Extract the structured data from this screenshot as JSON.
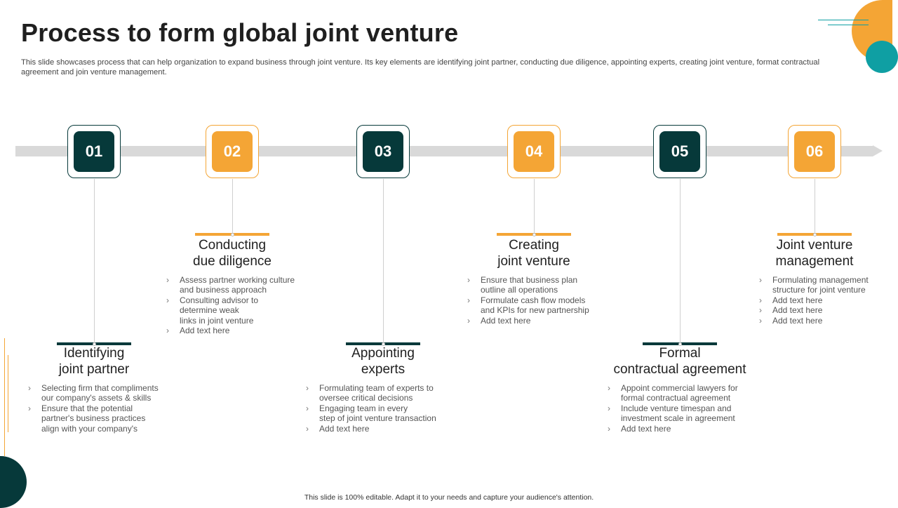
{
  "title": "Process to form global joint venture",
  "subtitle": "This slide showcases process that can help organization to expand business through joint venture. Its key elements are identifying joint partner, conducting due diligence, appointing experts, creating joint venture, format contractual agreement and join venture management.",
  "colors": {
    "dark": "#06393a",
    "orange": "#f4a535",
    "teal": "#0f9fa3",
    "track": "#d9d9d9"
  },
  "steps": [
    {
      "number": "01",
      "title_line1": "Identifying",
      "title_line2": "joint partner",
      "bullets": [
        [
          "Selecting firm that compliments",
          "our company's assets & skills"
        ],
        [
          "Ensure that the potential",
          "partner's business practices",
          "align with your company's"
        ]
      ]
    },
    {
      "number": "02",
      "title_line1": "Conducting",
      "title_line2": "due diligence",
      "bullets": [
        [
          "Assess partner working culture",
          "and business approach"
        ],
        [
          "Consulting advisor to",
          "determine weak",
          "links in joint venture"
        ],
        [
          "Add text here"
        ]
      ]
    },
    {
      "number": "03",
      "title_line1": "Appointing",
      "title_line2": "experts",
      "bullets": [
        [
          "Formulating team of experts to",
          "oversee critical decisions"
        ],
        [
          "Engaging team in every",
          "step of joint venture transaction"
        ],
        [
          "Add text here"
        ]
      ]
    },
    {
      "number": "04",
      "title_line1": "Creating",
      "title_line2": "joint venture",
      "bullets": [
        [
          "Ensure that business plan",
          "outline all operations"
        ],
        [
          "Formulate cash flow models",
          "and KPIs for new partnership"
        ],
        [
          "Add text here"
        ]
      ]
    },
    {
      "number": "05",
      "title_line1": "Formal",
      "title_line2": "contractual agreement",
      "bullets": [
        [
          "Appoint commercial lawyers for",
          "formal contractual agreement"
        ],
        [
          "Include venture timespan and",
          "investment scale in agreement"
        ],
        [
          "Add text here"
        ]
      ]
    },
    {
      "number": "06",
      "title_line1": "Joint venture",
      "title_line2": "management",
      "bullets": [
        [
          "Formulating management",
          "structure for joint venture"
        ],
        [
          "Add text here"
        ],
        [
          "Add text here"
        ],
        [
          "Add text here"
        ]
      ]
    }
  ],
  "footer": "This slide is 100% editable. Adapt it to your needs and capture your audience's attention."
}
